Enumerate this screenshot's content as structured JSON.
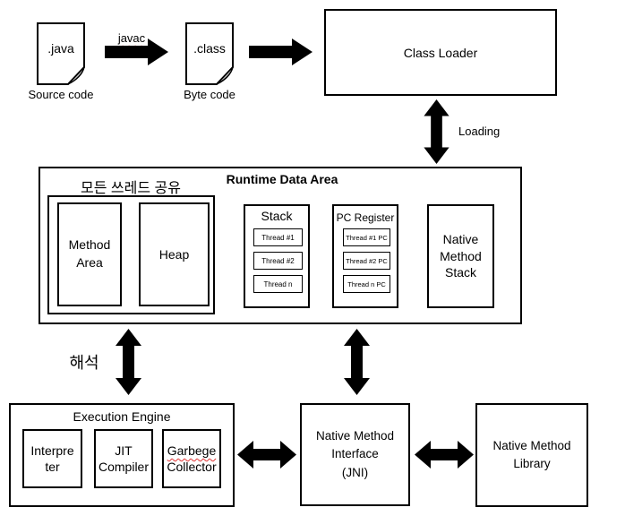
{
  "accent_colors": {
    "line": "#000000",
    "background": "#ffffff",
    "fold_gray": "#bfbfbf",
    "spellcheck_red": "#e03131"
  },
  "top": {
    "java_file": {
      "label": ".java",
      "caption": "Source code"
    },
    "javac_label": "javac",
    "class_file": {
      "label": ".class",
      "caption": "Byte code"
    },
    "class_loader_label": "Class Loader",
    "loading_label": "Loading"
  },
  "runtime": {
    "title": "Runtime Data Area",
    "shared_label": "모든 쓰레드 공유",
    "method_area_label": "Method\nArea",
    "heap_label": "Heap",
    "stack": {
      "title": "Stack",
      "threads": [
        "Thread #1",
        "Thread #2",
        "Thread n"
      ]
    },
    "pc_register": {
      "title": "PC Register",
      "threads": [
        "Thread #1 PC",
        "Thread #2 PC",
        "Thread n PC"
      ]
    },
    "native_method_stack_label": "Native\nMethod\nStack"
  },
  "interpret_label": "해석",
  "execution_engine": {
    "title": "Execution Engine",
    "interpreter_label": "Interpre\nter",
    "jit_label": "JIT\nCompiler",
    "gc_word1": "Garbege",
    "gc_word2": "Collector"
  },
  "jni_label": "Native Method\nInterface\n(JNI)",
  "native_library_label": "Native Method\nLibrary"
}
